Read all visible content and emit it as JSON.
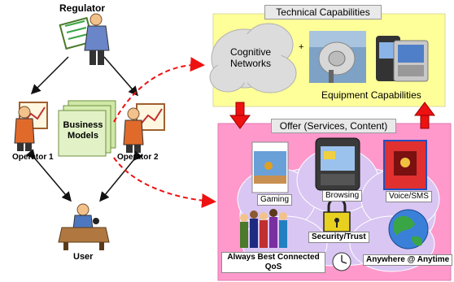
{
  "left": {
    "regulator": "Regulator",
    "operator1": "Operator 1",
    "operator2": "Operator 2",
    "business_models": "Business Models",
    "user": "User"
  },
  "technical": {
    "title": "Technical Capabilities",
    "cognitive": "Cognitive Networks",
    "plus": "+",
    "equipment": "Equipment Capabilities"
  },
  "offer": {
    "title": "Offer (Services, Content)",
    "gaming": "Gaming",
    "browsing": "Browsing",
    "voice": "Voice/SMS",
    "security": "Security/Trust",
    "abc_qos": "Always Best Connected QoS",
    "anywhere": "Anywhere @ Anytime"
  },
  "colors": {
    "technical_bg": "#ffff99",
    "offer_bg": "#ff99cc",
    "red_arrow": "#ee1111"
  }
}
